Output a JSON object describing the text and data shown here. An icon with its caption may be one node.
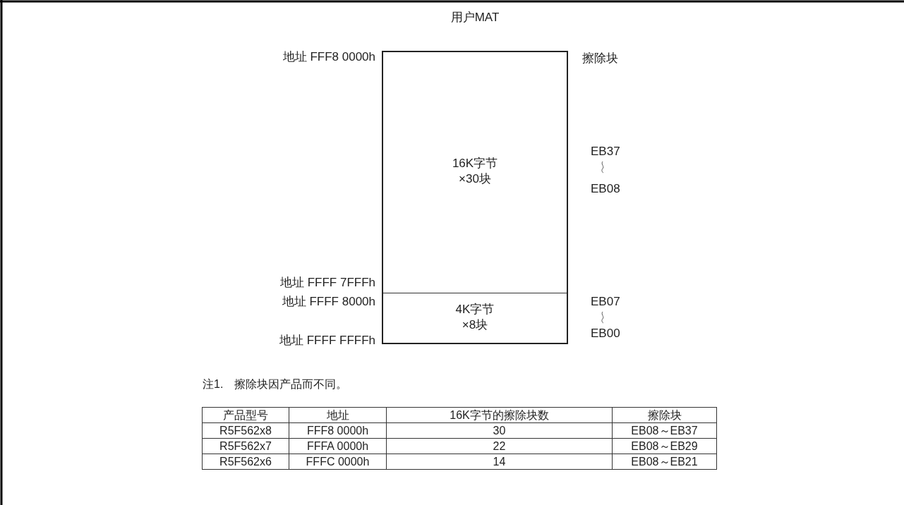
{
  "diagram": {
    "nodes": [
      {
        "text": [
          "用户MAT"
        ]
      },
      {
        "text": [
          "16K字节 ×30块"
        ],
        "in": 0
      },
      {
        "text": [
          "4K字节 ×8块"
        ],
        "in": 0
      }
    ],
    "edges": [],
    "labels": [
      "地址 FFF8 0000h",
      "擦除块",
      "EB37",
      "EB08",
      "地址 FFFF 7FFFh",
      "地址 FFFF 8000h",
      "EB07",
      "EB00",
      "地址 FFFF FFFFh",
      "注1.　擦除块因产品而不同。",
      "产品型号",
      "地址",
      "16K字节的擦除块数",
      "擦除块",
      "R5F562x8",
      "FFF8 0000h",
      "30",
      "EB08～EB37",
      "R5F562x7",
      "FFFA 0000h",
      "22",
      "EB08～EB29",
      "R5F562x6",
      "FFFC 0000h",
      "14",
      "EB08～EB21"
    ]
  }
}
